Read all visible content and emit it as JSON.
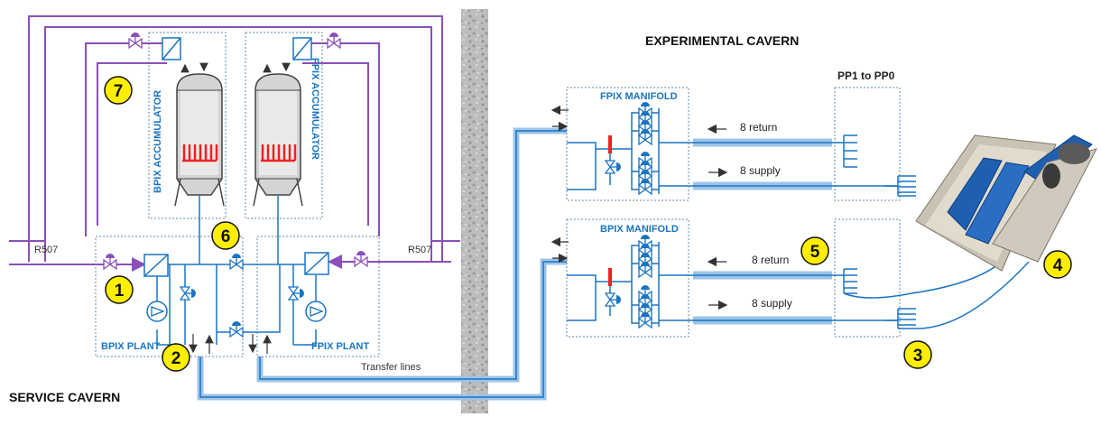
{
  "caverns": {
    "service": "SERVICE CAVERN",
    "experimental": "EXPERIMENTAL CAVERN"
  },
  "accumulators": {
    "bpix": "BPIX ACCUMULATOR",
    "fpix": "FPIX ACCUMULATOR"
  },
  "plants": {
    "bpix": "BPIX PLANT",
    "fpix": "FPIX PLANT"
  },
  "manifolds": {
    "fpix": "FPIX MANIFOLD",
    "bpix": "BPIX MANIFOLD"
  },
  "patch_panel": "PP1 to PP0",
  "lines": {
    "return": "8 return",
    "supply": "8 supply",
    "transfer": "Transfer lines",
    "refrigerant": "R507"
  },
  "callouts": [
    "1",
    "2",
    "3",
    "4",
    "5",
    "6",
    "7"
  ],
  "colors": {
    "refrigerant_line": "#8a4fb8",
    "co2_line": "#1a74c2",
    "transfer_pipe": "#9cc4e8",
    "callout_fill": "#ffee00",
    "heater": "#ee2222",
    "wall": "#b9b9b9"
  }
}
